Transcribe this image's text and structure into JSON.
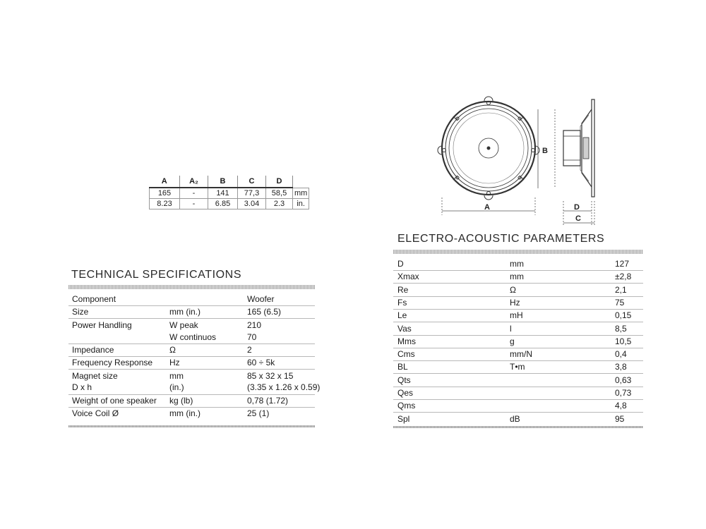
{
  "dimensions": {
    "headers": [
      "A",
      "A₂",
      "B",
      "C",
      "D"
    ],
    "rows": [
      {
        "values": [
          "165",
          "-",
          "141",
          "77,3",
          "58,5"
        ],
        "unit": "mm"
      },
      {
        "values": [
          "8.23",
          "-",
          "6.85",
          "3.04",
          "2.3"
        ],
        "unit": "in."
      }
    ]
  },
  "diagram": {
    "label_a": "A",
    "label_b": "B",
    "label_c": "C",
    "label_d": "D"
  },
  "tech_specs": {
    "title": "TECHNICAL SPECIFICATIONS",
    "rows": [
      {
        "label": "Component",
        "unit": "",
        "value": "Woofer"
      },
      {
        "label": "Size",
        "unit": "mm (in.)",
        "value": "165 (6.5)"
      },
      {
        "label": "Power Handling",
        "unit": "W peak",
        "value": "210"
      },
      {
        "label": "",
        "unit": "W continuos",
        "value": "70"
      },
      {
        "label": "Impedance",
        "unit": "Ω",
        "value": "2"
      },
      {
        "label": "Frequency Response",
        "unit": "Hz",
        "value": "60 ÷ 5k"
      },
      {
        "label": "Magnet size",
        "unit": "mm",
        "value": "85 x 32 x 15"
      },
      {
        "label": "D x h",
        "unit": "(in.)",
        "value": "(3.35 x 1.26 x 0.59)"
      },
      {
        "label": "Weight of one speaker",
        "unit": "kg (lb)",
        "value": "0,78 (1.72)"
      },
      {
        "label": "Voice Coil Ø",
        "unit": "mm (in.)",
        "value": "25 (1)"
      }
    ]
  },
  "electro_params": {
    "title": "ELECTRO-ACOUSTIC PARAMETERS",
    "rows": [
      {
        "label": "D",
        "unit": "mm",
        "value": "127"
      },
      {
        "label": "Xmax",
        "unit": "mm",
        "value": "±2,8"
      },
      {
        "label": "Re",
        "unit": "Ω",
        "value": "2,1"
      },
      {
        "label": "Fs",
        "unit": "Hz",
        "value": "75"
      },
      {
        "label": "Le",
        "unit": "mH",
        "value": "0,15"
      },
      {
        "label": "Vas",
        "unit": "l",
        "value": "8,5"
      },
      {
        "label": "Mms",
        "unit": "g",
        "value": "10,5"
      },
      {
        "label": "Cms",
        "unit": "mm/N",
        "value": "0,4"
      },
      {
        "label": "BL",
        "unit": "T•m",
        "value": "3,8"
      },
      {
        "label": "Qts",
        "unit": "",
        "value": "0,63"
      },
      {
        "label": "Qes",
        "unit": "",
        "value": "0,73"
      },
      {
        "label": "Qms",
        "unit": "",
        "value": "4,8"
      },
      {
        "label": "Spl",
        "unit": "dB",
        "value": "95"
      }
    ]
  }
}
